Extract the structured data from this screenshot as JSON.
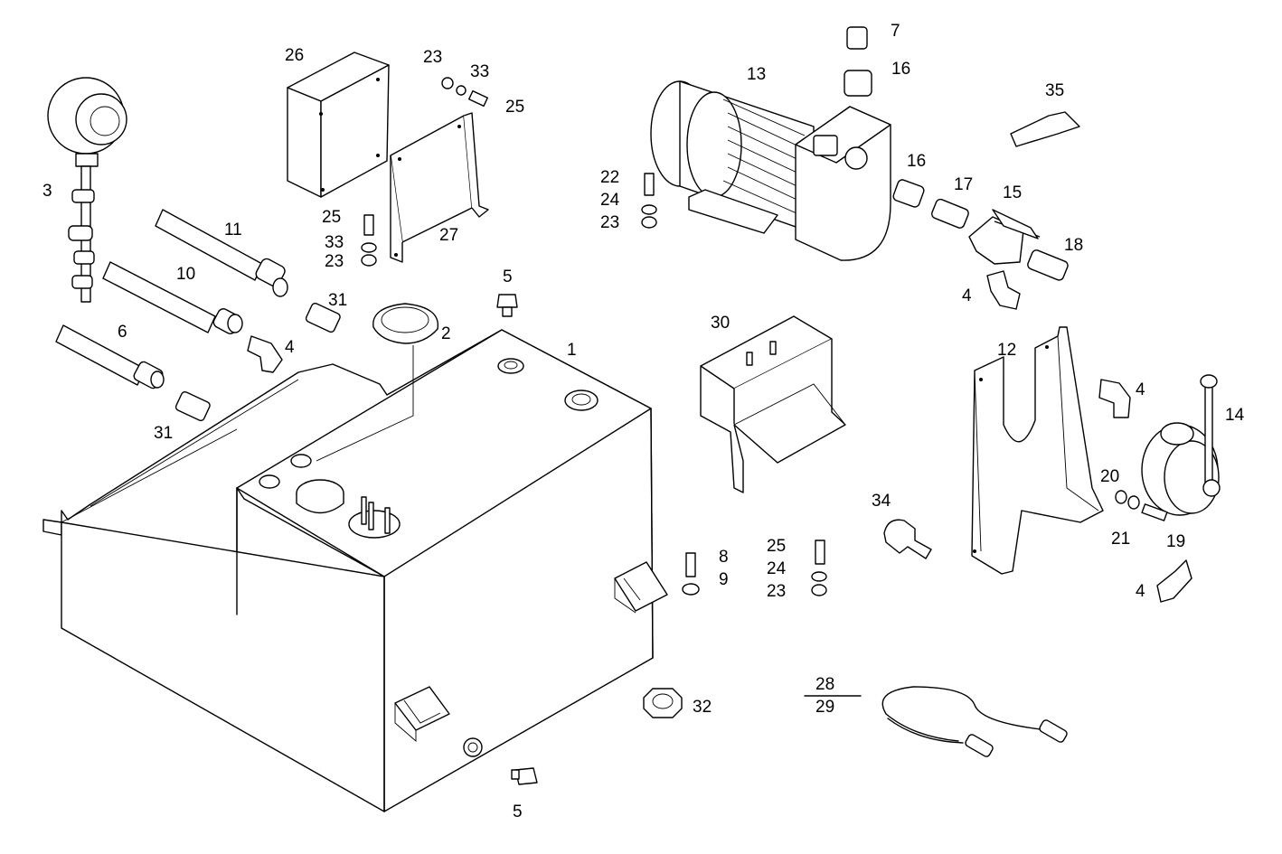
{
  "labels": {
    "l1": "1",
    "l2": "2",
    "l3": "3",
    "l4a": "4",
    "l4b": "4",
    "l4c": "4",
    "l4d": "4",
    "l5a": "5",
    "l5b": "5",
    "l6": "6",
    "l7": "7",
    "l8": "8",
    "l9": "9",
    "l10": "10",
    "l11": "11",
    "l12": "12",
    "l13": "13",
    "l14": "14",
    "l15": "15",
    "l16a": "16",
    "l16b": "16",
    "l17": "17",
    "l18": "18",
    "l19": "19",
    "l20": "20",
    "l21": "21",
    "l22": "22",
    "l23a": "23",
    "l23b": "23",
    "l23c": "23",
    "l23d": "23",
    "l24a": "24",
    "l24b": "24",
    "l25a": "25",
    "l25b": "25",
    "l25c": "25",
    "l26": "26",
    "l27": "27",
    "l28": "28",
    "l29": "29",
    "l30": "30",
    "l31a": "31",
    "l31b": "31",
    "l32": "32",
    "l33a": "33",
    "l33b": "33",
    "l34": "34",
    "l35": "35"
  },
  "icons": [
    "tank-drawing",
    "motor-pump-drawing",
    "hand-pump-drawing",
    "level-gauge-drawing",
    "hose-drawing",
    "bracket-drawing",
    "electrical-box-drawing",
    "cable-drawing"
  ]
}
